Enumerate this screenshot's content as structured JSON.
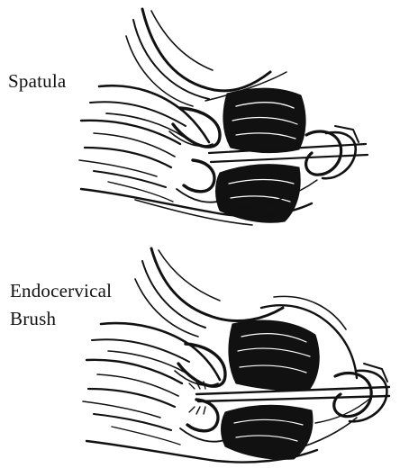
{
  "labels": {
    "spatula": "Spatula",
    "brush_line1": "Endocervical",
    "brush_line2": "Brush"
  },
  "illustrations": [
    {
      "tool": "spatula",
      "style": "black ink line drawing"
    },
    {
      "tool": "endocervical-brush",
      "style": "black ink line drawing"
    }
  ],
  "colors": {
    "ink": "#111111",
    "background": "#ffffff"
  }
}
